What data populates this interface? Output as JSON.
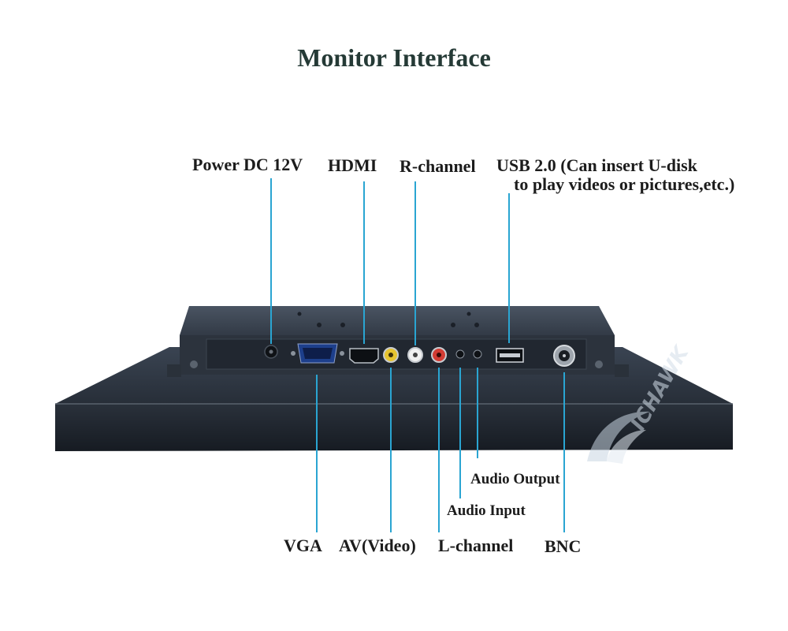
{
  "page": {
    "title": "Monitor Interface"
  },
  "top_labels": {
    "power": "Power DC 12V",
    "hdmi": "HDMI",
    "r_channel": "R-channel",
    "usb_line1": "USB 2.0 (Can insert U-disk",
    "usb_line2": "to play videos or pictures,etc.)"
  },
  "bottom_labels": {
    "vga": "VGA",
    "av_video": "AV(Video)",
    "l_channel": "L-channel",
    "bnc": "BNC",
    "audio_input": "Audio Input",
    "audio_output": "Audio Output"
  },
  "watermark": {
    "brand": "ICHAWK"
  },
  "colors": {
    "leader_line": "#2aa5d2",
    "monitor_body": "#1f2630",
    "title_text": "#253a36"
  }
}
